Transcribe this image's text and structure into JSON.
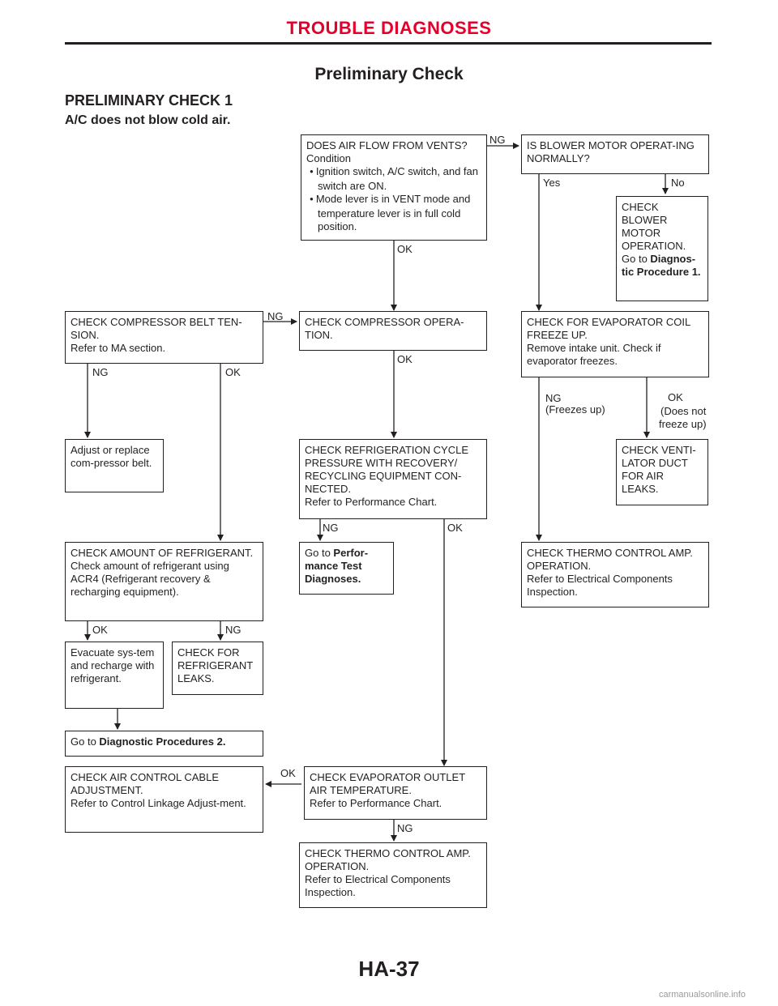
{
  "header": {
    "section": "TROUBLE DIAGNOSES"
  },
  "page_title": "Preliminary Check",
  "section_title": "PRELIMINARY CHECK 1",
  "subtitle": "A/C does not blow cold air.",
  "boxes": {
    "air_flow": {
      "title": "DOES AIR FLOW FROM VENTS?",
      "condition": "Condition",
      "items": [
        "Ignition switch, A/C switch, and fan switch are ON.",
        "Mode lever is in VENT mode and temperature lever is in full cold position."
      ]
    },
    "blower": "IS BLOWER MOTOR OPERAT-ING NORMALLY?",
    "check_blower": {
      "text": "CHECK BLOWER MOTOR OPERATION. Go to",
      "link": "Diagnos-tic Procedure 1."
    },
    "belt": {
      "title": "CHECK COMPRESSOR BELT TEN-SION.",
      "ref": "Refer to MA section."
    },
    "compressor": "CHECK COMPRESSOR OPERA-TION.",
    "evap_freeze": {
      "title": "CHECK FOR EVAPORATOR COIL FREEZE UP.",
      "body": "Remove intake unit. Check if evaporator freezes."
    },
    "adjust_belt": "Adjust or replace com-pressor belt.",
    "refrig_cycle": {
      "title": "CHECK REFRIGERATION CYCLE PRESSURE WITH RECOVERY/ RECYCLING EQUIPMENT CON-NECTED.",
      "ref": "Refer to Performance Chart."
    },
    "venti_duct": "CHECK VENTI-LATOR DUCT FOR AIR LEAKS.",
    "amount_refrig": {
      "title": "CHECK AMOUNT OF REFRIGERANT.",
      "body": "Check amount of refrigerant using ACR4 (Refrigerant recovery & recharging equipment)."
    },
    "perf_test": {
      "text": "Go to",
      "link": "Perfor-mance Test Diagnoses."
    },
    "thermo_right": {
      "title": "CHECK THERMO CONTROL AMP. OPERATION.",
      "ref": "Refer to Electrical Components Inspection."
    },
    "evacuate": "Evacuate sys-tem and recharge with refrigerant.",
    "refrig_leaks": "CHECK FOR REFRIGERANT LEAKS.",
    "diag2": {
      "text": "Go to",
      "link": "Diagnostic Procedures 2."
    },
    "air_cable": {
      "title": "CHECK AIR CONTROL CABLE ADJUSTMENT.",
      "ref": "Refer to Control Linkage Adjust-ment."
    },
    "evap_outlet": {
      "title": "CHECK EVAPORATOR OUTLET AIR TEMPERATURE.",
      "ref": "Refer to Performance Chart."
    },
    "thermo_bottom": {
      "title": "CHECK THERMO CONTROL AMP. OPERATION.",
      "ref": "Refer to Electrical Components Inspection."
    }
  },
  "labels": {
    "ng": "NG",
    "ok": "OK",
    "yes": "Yes",
    "no": "No",
    "freezes_up": "(Freezes up)",
    "does_not": "(Does not",
    "freeze_up": "freeze up)"
  },
  "footer": {
    "page_number": "HA-37"
  },
  "watermark": "carmanualsonline.info"
}
